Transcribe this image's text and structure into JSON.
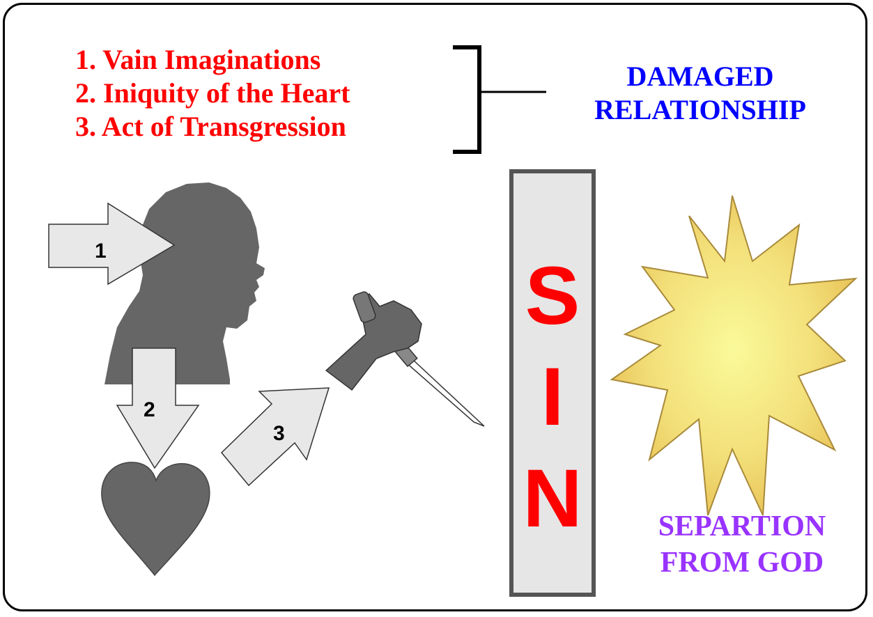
{
  "steps": [
    "1. Vain Imaginations",
    "2. Iniquity of the Heart",
    "3. Act of Transgression"
  ],
  "result_top": [
    "DAMAGED",
    "RELATIONSHIP"
  ],
  "barrier_letters": [
    "S",
    "I",
    "N"
  ],
  "result_bottom": [
    "SEPARTION",
    "FROM GOD"
  ],
  "arrow_labels": [
    "1",
    "2",
    "3"
  ],
  "colors": {
    "steps": "#ff0000",
    "damaged": "#0000ff",
    "separation": "#9933ff",
    "sin": "#ff0000",
    "silhouette": "#666666",
    "sun": "#f5e27a"
  },
  "icons": [
    "head-silhouette-icon",
    "heart-icon",
    "hand-with-knife-icon",
    "sun-star-icon",
    "bracket-icon"
  ]
}
